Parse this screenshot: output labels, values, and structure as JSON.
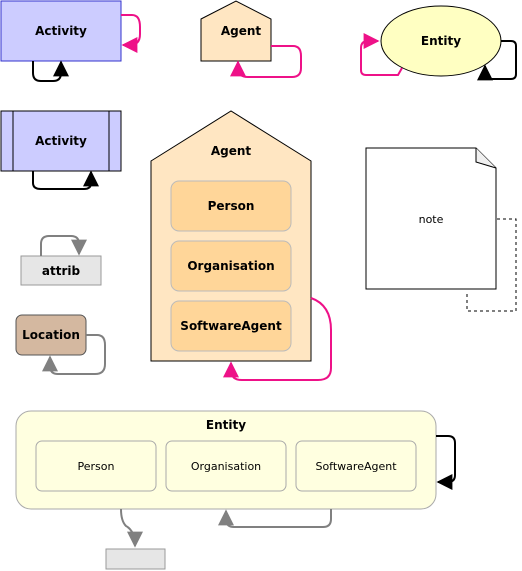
{
  "activity_box": {
    "label": "Activity"
  },
  "activity_subprocess": {
    "label": "Activity"
  },
  "agent_small": {
    "label": "Agent"
  },
  "entity_ellipse": {
    "label": "Entity"
  },
  "agent_large": {
    "label": "Agent",
    "items": [
      {
        "label": "Person"
      },
      {
        "label": "Organisation"
      },
      {
        "label": "SoftwareAgent"
      }
    ]
  },
  "note": {
    "label": "note"
  },
  "attrib": {
    "label": "attrib"
  },
  "location": {
    "label": "Location"
  },
  "entity_container": {
    "label": "Entity",
    "items": [
      {
        "label": "Person"
      },
      {
        "label": "Organisation"
      },
      {
        "label": "SoftwareAgent"
      }
    ]
  },
  "colors": {
    "activity_fill": "#ccccff",
    "activity_stroke": "#3333cc",
    "agent_fill": "#ffe6c2",
    "agent_item_fill": "#ffd699",
    "entity_fill": "#ffffc2",
    "entity_container_fill": "#ffffe0",
    "location_fill": "#d4b8a0",
    "attrib_fill": "#e6e6e6",
    "magenta_arrow": "#ee1188",
    "black_arrow": "#000000",
    "grey_arrow": "#808080"
  }
}
